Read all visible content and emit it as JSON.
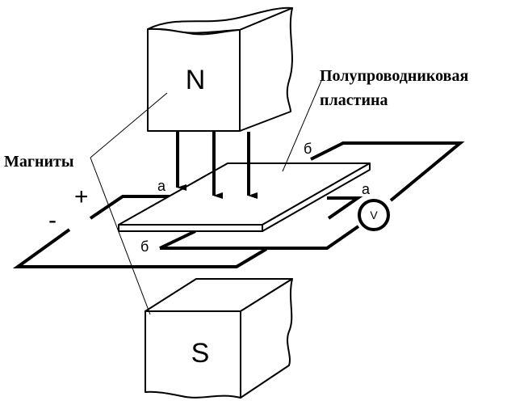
{
  "magnet_top": {
    "pole": "N"
  },
  "magnet_bottom": {
    "pole": "S"
  },
  "labels": {
    "semiconductor_line1": "Полупроводниковая",
    "semiconductor_line2": "пластина",
    "magnets": "Магниты",
    "contact_a_left": "а",
    "contact_a_right": "а",
    "contact_b_top": "б",
    "contact_b_bottom": "б",
    "plus": "+",
    "minus": "-",
    "voltmeter": "V"
  },
  "colors": {
    "stroke": "#000000",
    "background": "#ffffff"
  }
}
